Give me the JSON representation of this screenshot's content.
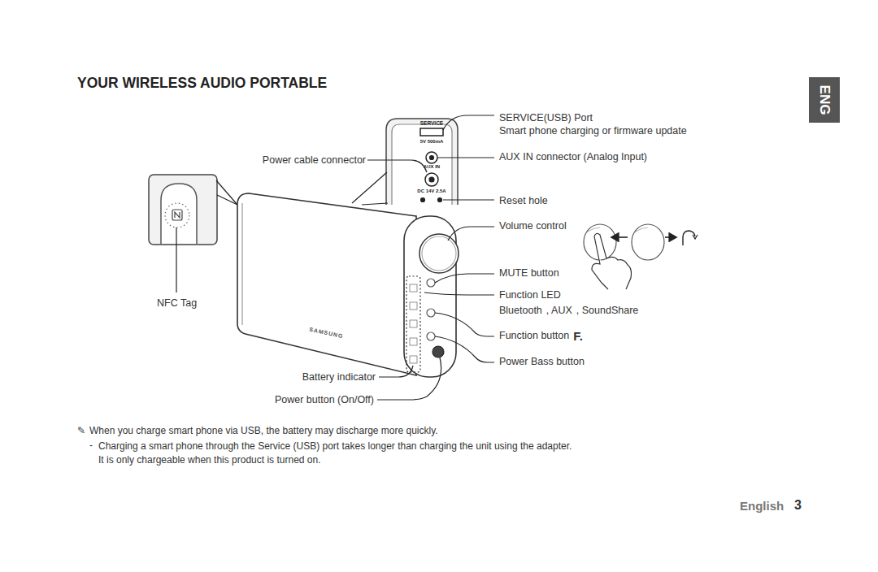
{
  "diagram": {
    "title": "YOUR WIRELESS AUDIO PORTABLE",
    "nodes": [
      {
        "text": [
          "ENG"
        ]
      }
    ],
    "labels": [
      "SERVICE(USB) Port",
      "Smart phone charging or firmware update",
      "Power cable connector",
      "AUX IN connector (Analog Input)",
      "Reset hole",
      "Volume control",
      "MUTE button",
      "Function LED",
      "Bluetooth",
      ", AUX",
      ", SoundShare",
      "Function button",
      "F.",
      "Power Bass button",
      "NFC Tag",
      "Battery indicator",
      "Power button (On/Off)",
      "SERVICE",
      "5V 500mA",
      "AUX IN",
      "DC 14V 2.5A",
      "SAMSUNG",
      "✎",
      "When you charge smart phone via USB, the battery may discharge more quickly.",
      "-",
      "Charging a smart phone through the Service (USB) port takes longer than charging the unit using the adapter. It is only chargeable when this product is turned on.",
      "English",
      "3"
    ]
  }
}
